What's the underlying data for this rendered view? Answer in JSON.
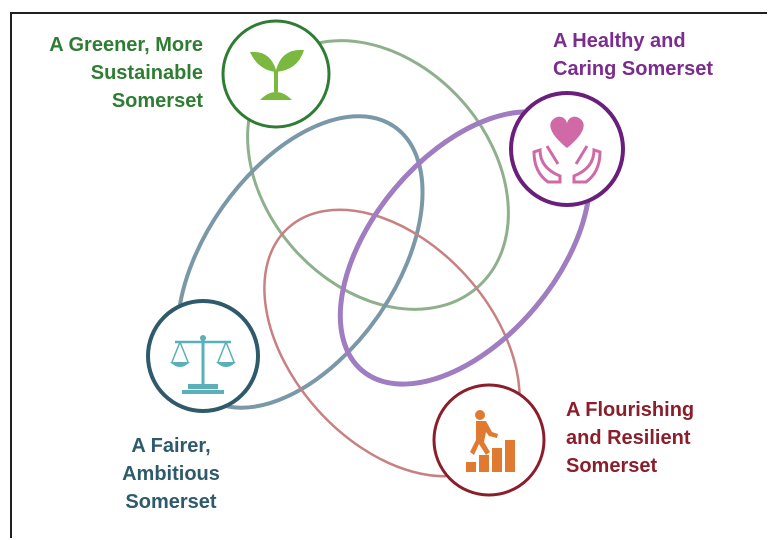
{
  "outcomes": {
    "greener": {
      "line1": "A Greener, More",
      "line2": "Sustainable",
      "line3": "Somerset",
      "icon": "plant-sprout-icon",
      "color": "#2e7d32",
      "ring_color": "#8fb08c"
    },
    "healthy": {
      "line1": "A Healthy and",
      "line2": "Caring Somerset",
      "icon": "heart-in-hands-icon",
      "color": "#7b2c8f",
      "ring_color": "#a07cc0"
    },
    "fairer": {
      "line1": "A Fairer,",
      "line2": "Ambitious",
      "line3": "Somerset",
      "icon": "scales-of-justice-icon",
      "color": "#2e5a6b",
      "ring_color": "#7a98a8"
    },
    "flourishing": {
      "line1": "A Flourishing",
      "line2": "and Resilient",
      "line3": "Somerset",
      "icon": "person-climbing-steps-icon",
      "color": "#8a1f2b",
      "ring_color": "#c98080"
    }
  }
}
